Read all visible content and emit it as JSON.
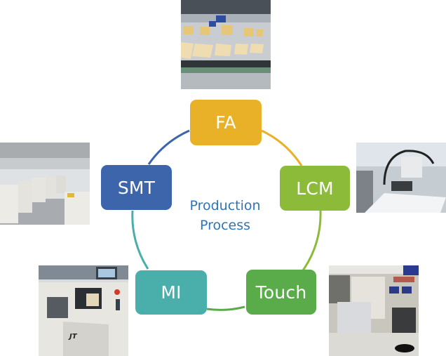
{
  "diagram": {
    "title_lines": [
      "Production",
      "Process"
    ],
    "title_color": "#2e75b6",
    "nodes": [
      {
        "id": "fa",
        "label": "FA",
        "color": "#e9b127"
      },
      {
        "id": "lcm",
        "label": "LCM",
        "color": "#8cbb3a"
      },
      {
        "id": "touch",
        "label": "Touch",
        "color": "#5aab4a"
      },
      {
        "id": "mi",
        "label": "MI",
        "color": "#4aaeaa"
      },
      {
        "id": "smt",
        "label": "SMT",
        "color": "#3d65ab"
      }
    ],
    "connectors": [
      {
        "from": "FA",
        "to": "LCM",
        "color": "#e9b127"
      },
      {
        "from": "LCM",
        "to": "Touch",
        "color": "#8cbb3a"
      },
      {
        "from": "Touch",
        "to": "MI",
        "color": "#5aab4a"
      },
      {
        "from": "MI",
        "to": "SMT",
        "color": "#4aaeaa"
      },
      {
        "from": "SMT",
        "to": "FA",
        "color": "#3d65ab"
      }
    ],
    "photos": [
      {
        "id": "fa-photo",
        "depicts": "panel assembly line with displays"
      },
      {
        "id": "lcm-photo",
        "depicts": "robotic arm handling LCD panel"
      },
      {
        "id": "touch-photo",
        "depicts": "touch panel lamination machine"
      },
      {
        "id": "mi-photo",
        "depicts": "inspection machine"
      },
      {
        "id": "smt-photo",
        "depicts": "SMT production floor"
      }
    ]
  }
}
